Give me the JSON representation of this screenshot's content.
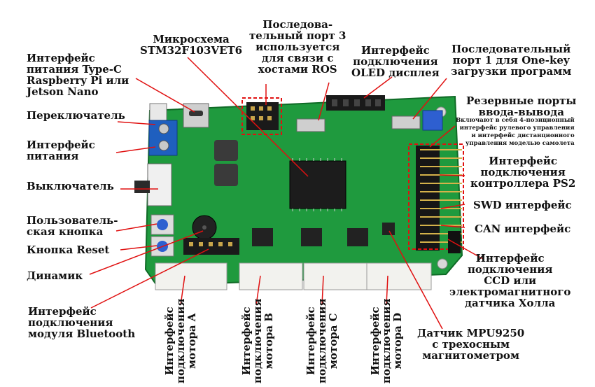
{
  "colors": {
    "board": "#1f9a3e",
    "board_dark": "#137a2c",
    "leader": "#e01010",
    "dashed_box": "#e01010",
    "header_black": "#1a1a1a",
    "connector_white": "#f2f2ee",
    "terminal_blue": "#1f5fbf"
  },
  "labels": {
    "mcu": "Микросхема\nSTM32F103VET6",
    "serial3": "Последова-\nтельный порт 3\nиспользуется\nдля связи с\nхостами ROS",
    "oled": "Интерфейс\nподключения\nOLED дисплея",
    "serial1": "Последовательный\nпорт 1 для One-key\nзагрузки программ",
    "typec": "Интерфейс\nпитания Type-C\nRaspberry Pi или\nJetson Nano",
    "switch": "Переключатель",
    "power": "Интерфейс\nпитания",
    "onoff": "Выключатель",
    "user_btn": "Пользователь-\nская кнопка",
    "reset": "Кнопка Reset",
    "speaker": "Динамик",
    "bluetooth": "Интерфейс\nподключения\nмодуля Bluetooth",
    "reserve": "Резервные порты\nввода-вывода",
    "reserve_note": "Включают в себя 4-позиционный\nинтерфейс рулевого управления\nи интерфейс дистанционного\nуправления моделью самолета",
    "ps2": "Интерфейс\nподключения\nконтроллера PS2",
    "swd": "SWD интерфейс",
    "can": "CAN интерфейс",
    "ccd": "Интерфейс\nподключения\nCCD или\nэлектромагнитного\nдатчика Холла",
    "mpu": "Датчик MPU9250\nс трехосным\nмагнитометром",
    "motor_a": "Интерфейс\nподключения\nмотора A",
    "motor_b": "Интерфейс\nподключения\nмотора B",
    "motor_c": "Интерфейс\nподключения\nмотора C",
    "motor_d": "Интерфейс\nподключения\nмотора D"
  },
  "icons": [
    "pcb-board-photo",
    "mcu-chip-icon",
    "buzzer-icon",
    "usb-c-icon",
    "terminal-block-icon"
  ]
}
